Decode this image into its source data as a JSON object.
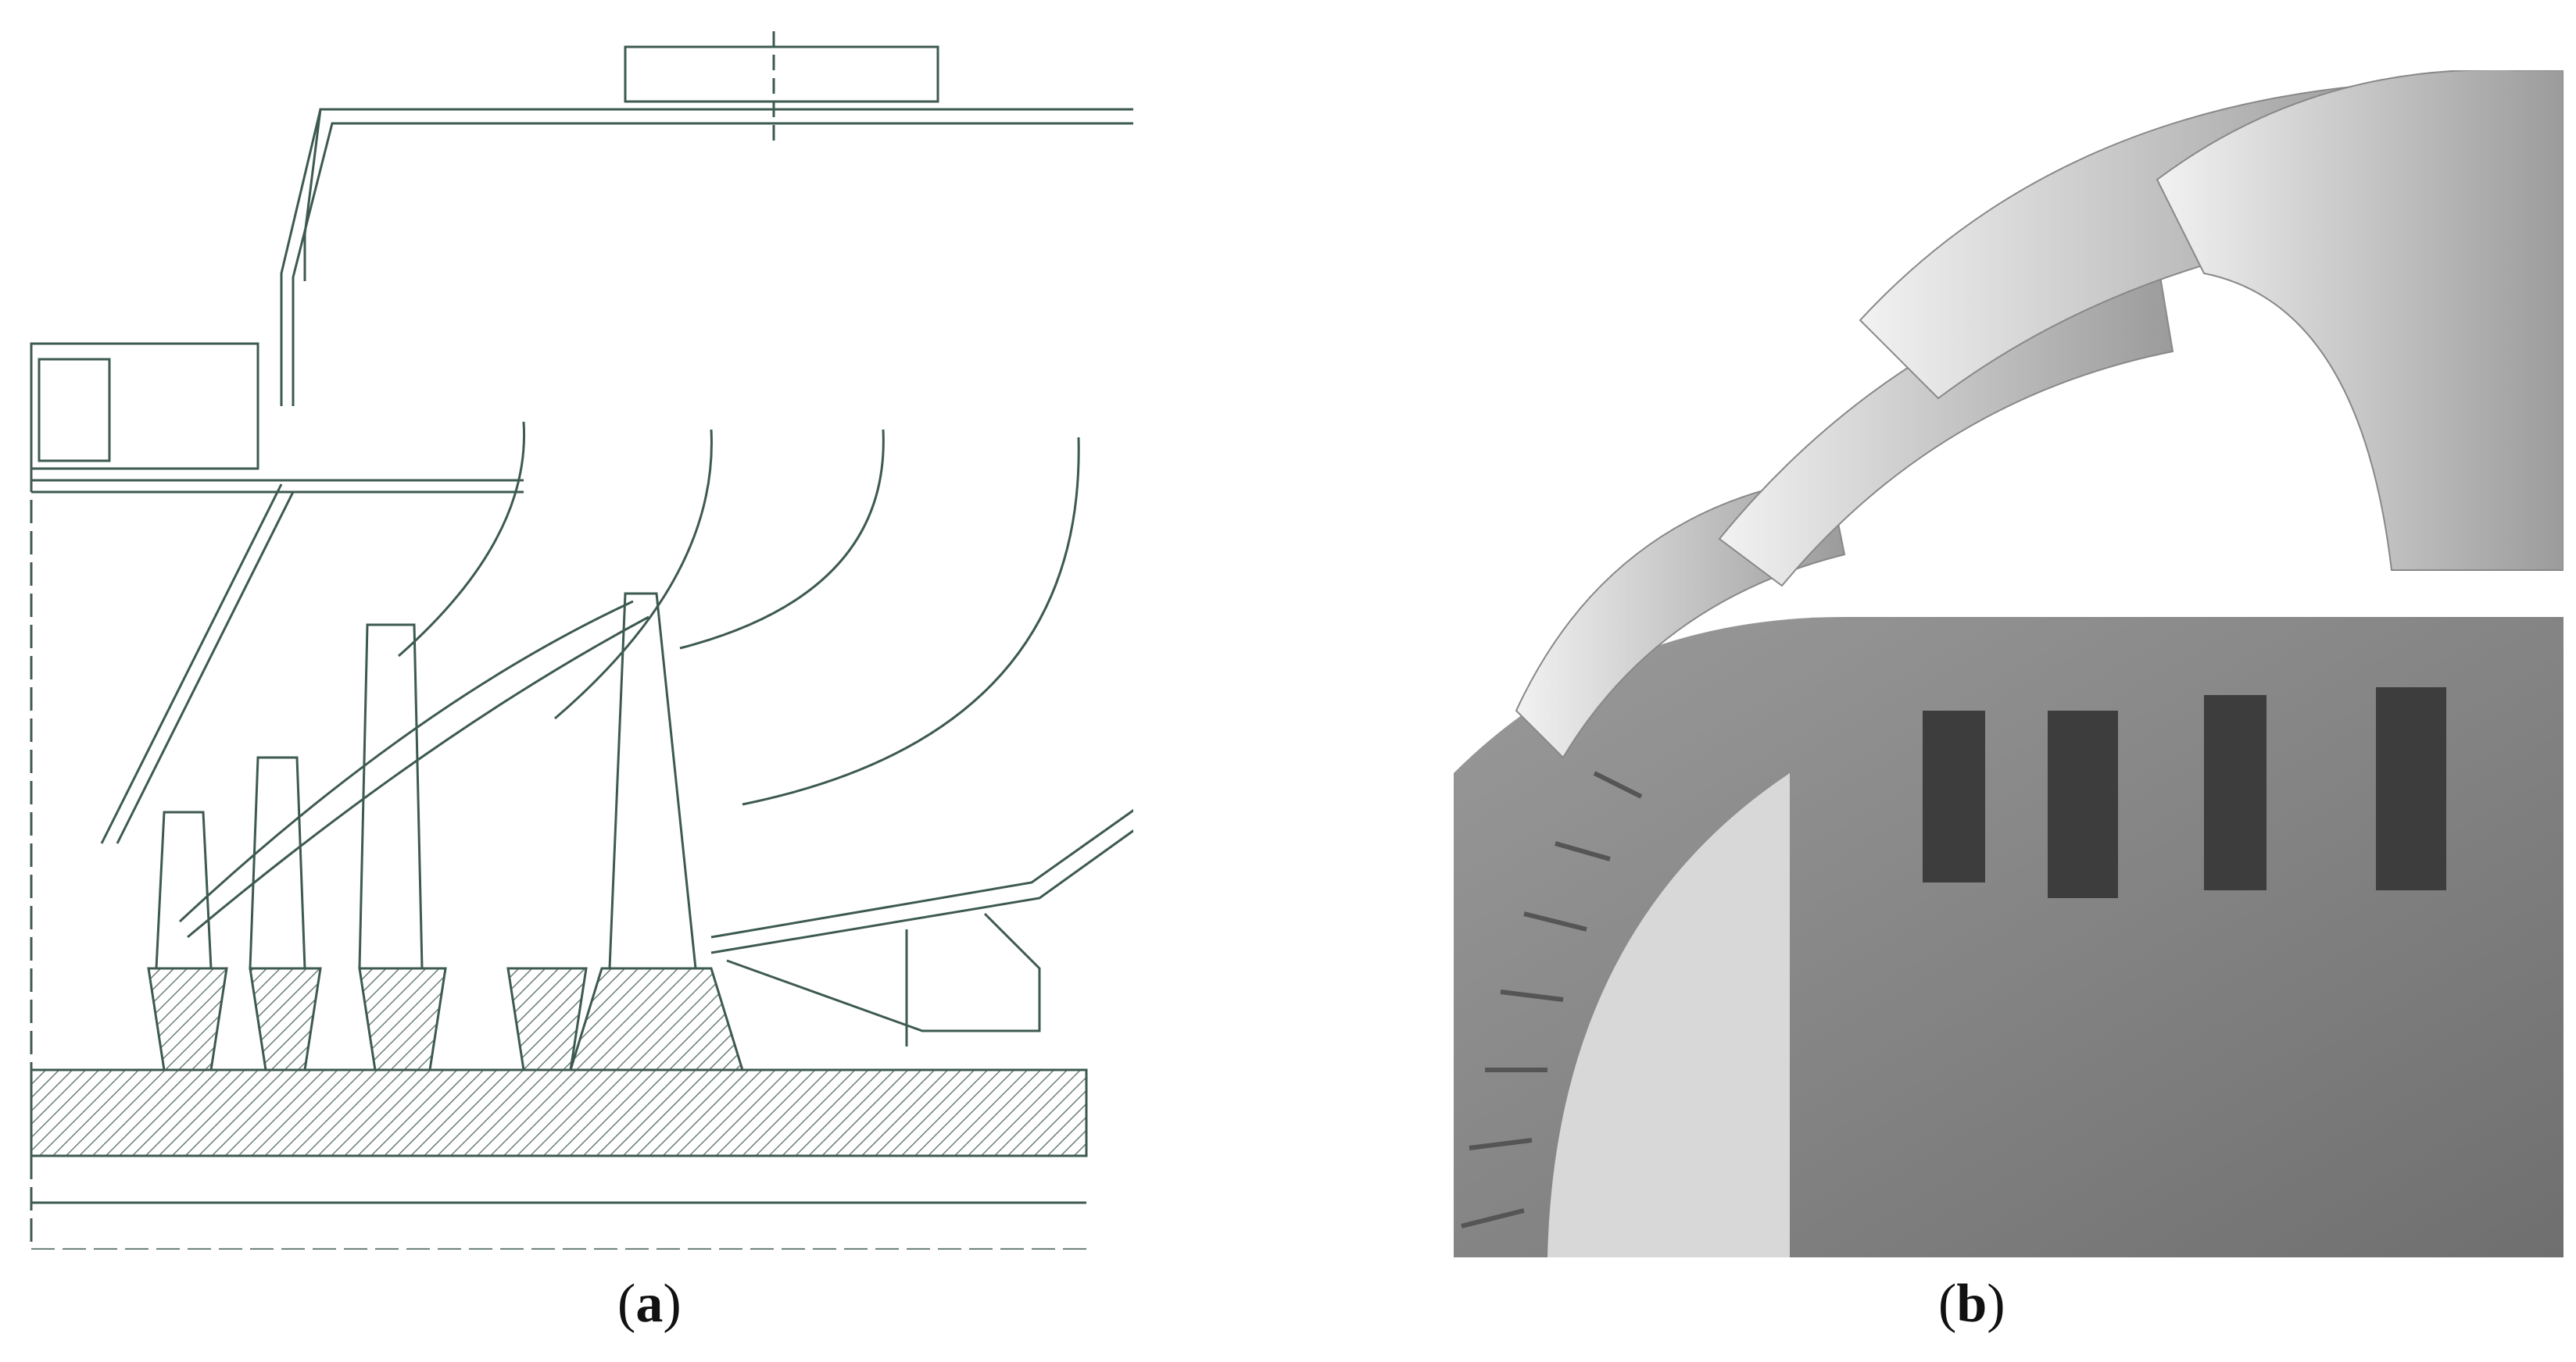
{
  "panels": [
    {
      "id": "a",
      "caption_letter": "a",
      "kind": "cross-section line drawing"
    },
    {
      "id": "b",
      "caption_letter": "b",
      "kind": "3D rendered cutaway"
    }
  ],
  "colors": {
    "drawing_line": "#3d5a50",
    "hatch": "#6b7f78",
    "render_dark": "#7a7a7a",
    "render_light": "#e8e8e8"
  }
}
